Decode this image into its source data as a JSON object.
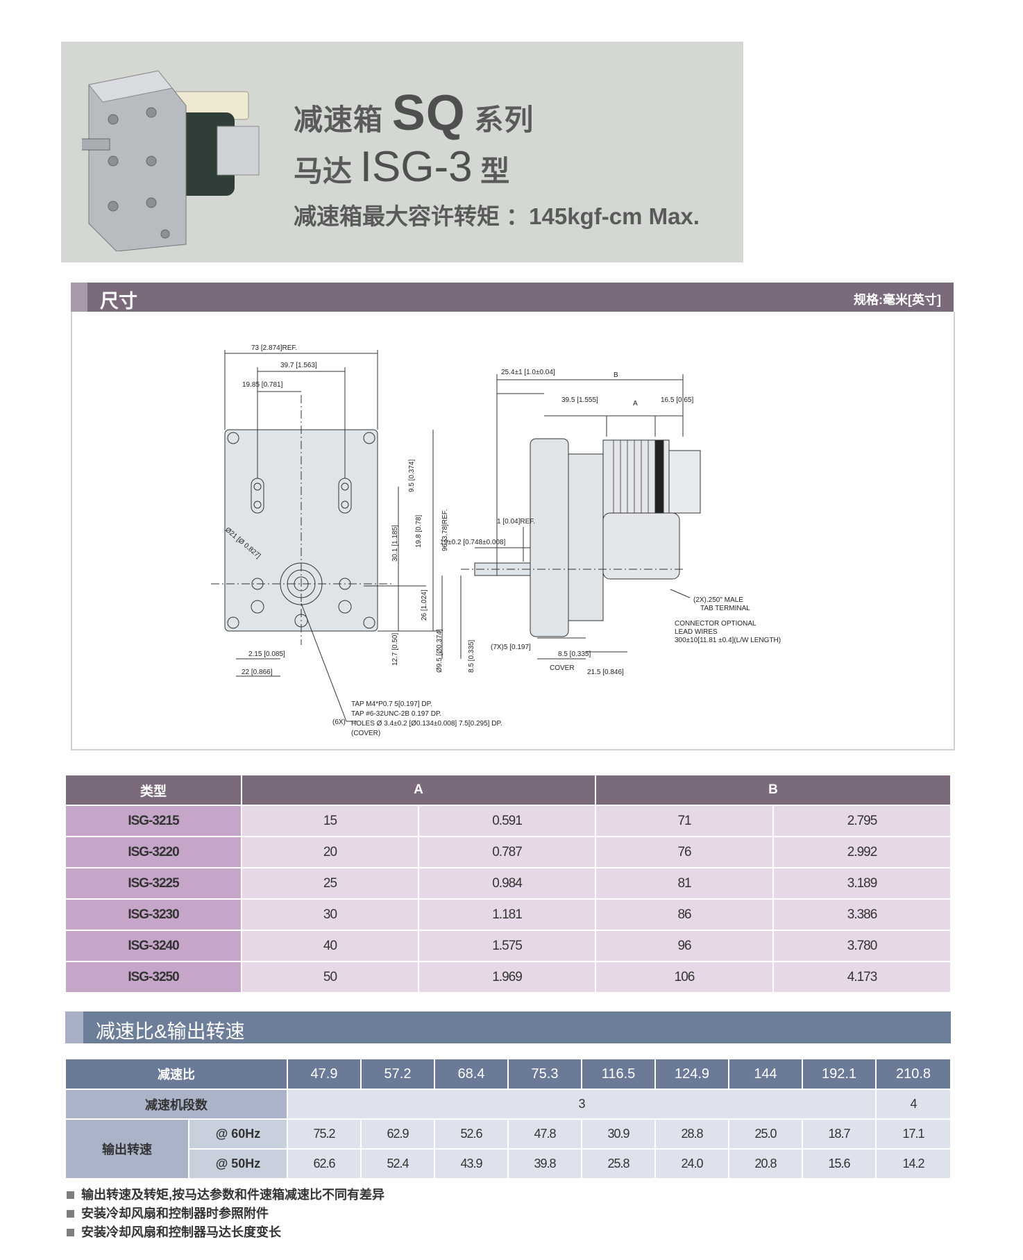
{
  "hero": {
    "line1_pre": "减速箱",
    "line1_big": "SQ",
    "line1_post": "系列",
    "line2_pre": "马达",
    "line2_big": "ISG-3",
    "line2_post": "型",
    "line3": "减速箱最大容许转矩 ：145kgf-cm Max."
  },
  "dimensions_section": {
    "title": "尺寸",
    "unit_note": "规格:毫米[英寸]"
  },
  "drawing": {
    "front": {
      "dim_overall_width": "73 [2.874]REF.",
      "dim_hole_span": "39.7 [1.563]",
      "dim_half": "19.85 [0.781]",
      "dim_slot_offset": "9.5 [0.374]",
      "dim_a": "30.1 [1.185]",
      "dim_b": "19.8 [0.78]",
      "dim_height": "96 [3.78]REF.",
      "dim_c": "26 [1.024]",
      "dim_d": "12.7 [0.50]",
      "dim_e": "2.15 [0.085]",
      "dim_f": "22 [0.866]",
      "dia": "Ø21 [Ø 0.827]",
      "callout_6x": "(6X)",
      "tap1": "TAP M4*P0.7 5[0.197] DP.",
      "tap2": "TAP #6-32UNC-2B 0.197 DP.",
      "holes": "HOLES Ø 3.4±0.2 [Ø0.134±0.008] 7.5[0.295] DP.",
      "cover": "(COVER)"
    },
    "side": {
      "dim_top_left": "25.4±1 [1.0±0.04]",
      "dim_b": "B",
      "dim_39": "39.5 [1.555]",
      "dim_a": "A",
      "dim_16": "16.5 [0.65]",
      "dim_1": "1 [0.04]REF.",
      "dim_19": "19±0.2 [0.748±0.008]",
      "dim_7x": "(7X)5 [0.197]",
      "dim_dia95": "Ø9.5 [Ø0.374]",
      "dim_85a": "8.5 [0.335]",
      "dim_85b": "8.5 [0.335]",
      "cover_label": "COVER",
      "dim_215": "21.5 [0.846]",
      "male_tab_1": "(2X).250\" MALE",
      "male_tab_2": "TAB TERMINAL",
      "connector_1": "CONNECTOR OPTIONAL",
      "connector_2": "LEAD WIRES",
      "connector_3": "300±10[11.81 ±0.4](L/W LENGTH)"
    }
  },
  "dim_table": {
    "headers": [
      "类型",
      "A",
      "B"
    ],
    "rows": [
      {
        "model": "ISG-3215",
        "a_mm": "15",
        "a_in": "0.591",
        "b_mm": "71",
        "b_in": "2.795"
      },
      {
        "model": "ISG-3220",
        "a_mm": "20",
        "a_in": "0.787",
        "b_mm": "76",
        "b_in": "2.992"
      },
      {
        "model": "ISG-3225",
        "a_mm": "25",
        "a_in": "0.984",
        "b_mm": "81",
        "b_in": "3.189"
      },
      {
        "model": "ISG-3230",
        "a_mm": "30",
        "a_in": "1.181",
        "b_mm": "86",
        "b_in": "3.386"
      },
      {
        "model": "ISG-3240",
        "a_mm": "40",
        "a_in": "1.575",
        "b_mm": "96",
        "b_in": "3.780"
      },
      {
        "model": "ISG-3250",
        "a_mm": "50",
        "a_in": "1.969",
        "b_mm": "106",
        "b_in": "4.173"
      }
    ]
  },
  "ratio_section": {
    "title": "减速比&输出转速",
    "ratio_label": "减速比",
    "ratios": [
      "47.9",
      "57.2",
      "68.4",
      "75.3",
      "116.5",
      "124.9",
      "144",
      "192.1",
      "210.8"
    ],
    "stages_label": "减速机段数",
    "stages_main": "3",
    "stages_last": "4",
    "speed_label": "输出转速",
    "hz60_label": "@ 60Hz",
    "hz60": [
      "75.2",
      "62.9",
      "52.6",
      "47.8",
      "30.9",
      "28.8",
      "25.0",
      "18.7",
      "17.1"
    ],
    "hz50_label": "@ 50Hz",
    "hz50": [
      "62.6",
      "52.4",
      "43.9",
      "39.8",
      "25.8",
      "24.0",
      "20.8",
      "15.6",
      "14.2"
    ]
  },
  "notes": [
    "输出转速及转矩,按马达参数和件速箱减速比不同有差异",
    "安装冷却风扇和控制器时参照附件",
    "安装冷却风扇和控制器马达长度变长"
  ],
  "colors": {
    "hero_bg": "#d3d8d3",
    "purple_bar": "#7a6a7c",
    "blue_bar": "#6d7e99"
  },
  "icons": [
    "gearbox-motor-photo"
  ]
}
